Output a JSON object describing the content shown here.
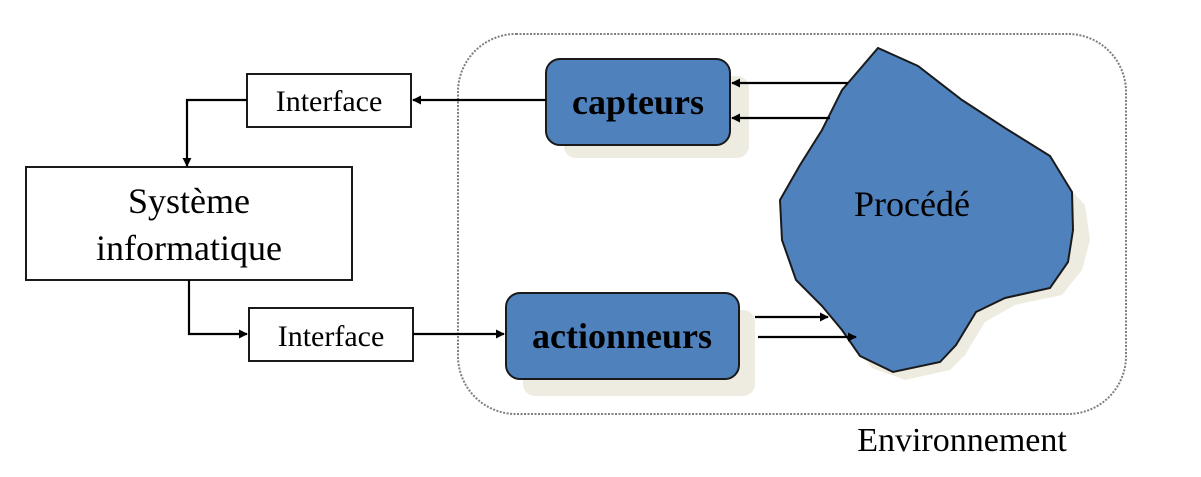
{
  "diagram": {
    "type": "block-diagram",
    "language": "fr",
    "nodes": {
      "interface_top": {
        "label": "Interface"
      },
      "systeme": {
        "label_line1": "Système",
        "label_line2": "informatique"
      },
      "interface_bottom": {
        "label": "Interface"
      },
      "capteurs": {
        "label": "capteurs"
      },
      "actionneurs": {
        "label": "actionneurs"
      },
      "procede": {
        "label": "Procédé"
      },
      "environnement": {
        "label": "Environnement"
      }
    },
    "edges": [
      {
        "from": "procede",
        "to": "capteurs",
        "count": 2
      },
      {
        "from": "capteurs",
        "to": "interface_top"
      },
      {
        "from": "interface_top",
        "to": "systeme"
      },
      {
        "from": "systeme",
        "to": "interface_bottom"
      },
      {
        "from": "interface_bottom",
        "to": "actionneurs"
      },
      {
        "from": "actionneurs",
        "to": "procede",
        "count": 2
      }
    ],
    "colors": {
      "block_fill": "#4f81bd",
      "block_stroke": "#1f2d3d",
      "shadow": "#eeece1",
      "line": "#000000",
      "env_border": "#7f7f7f"
    }
  }
}
